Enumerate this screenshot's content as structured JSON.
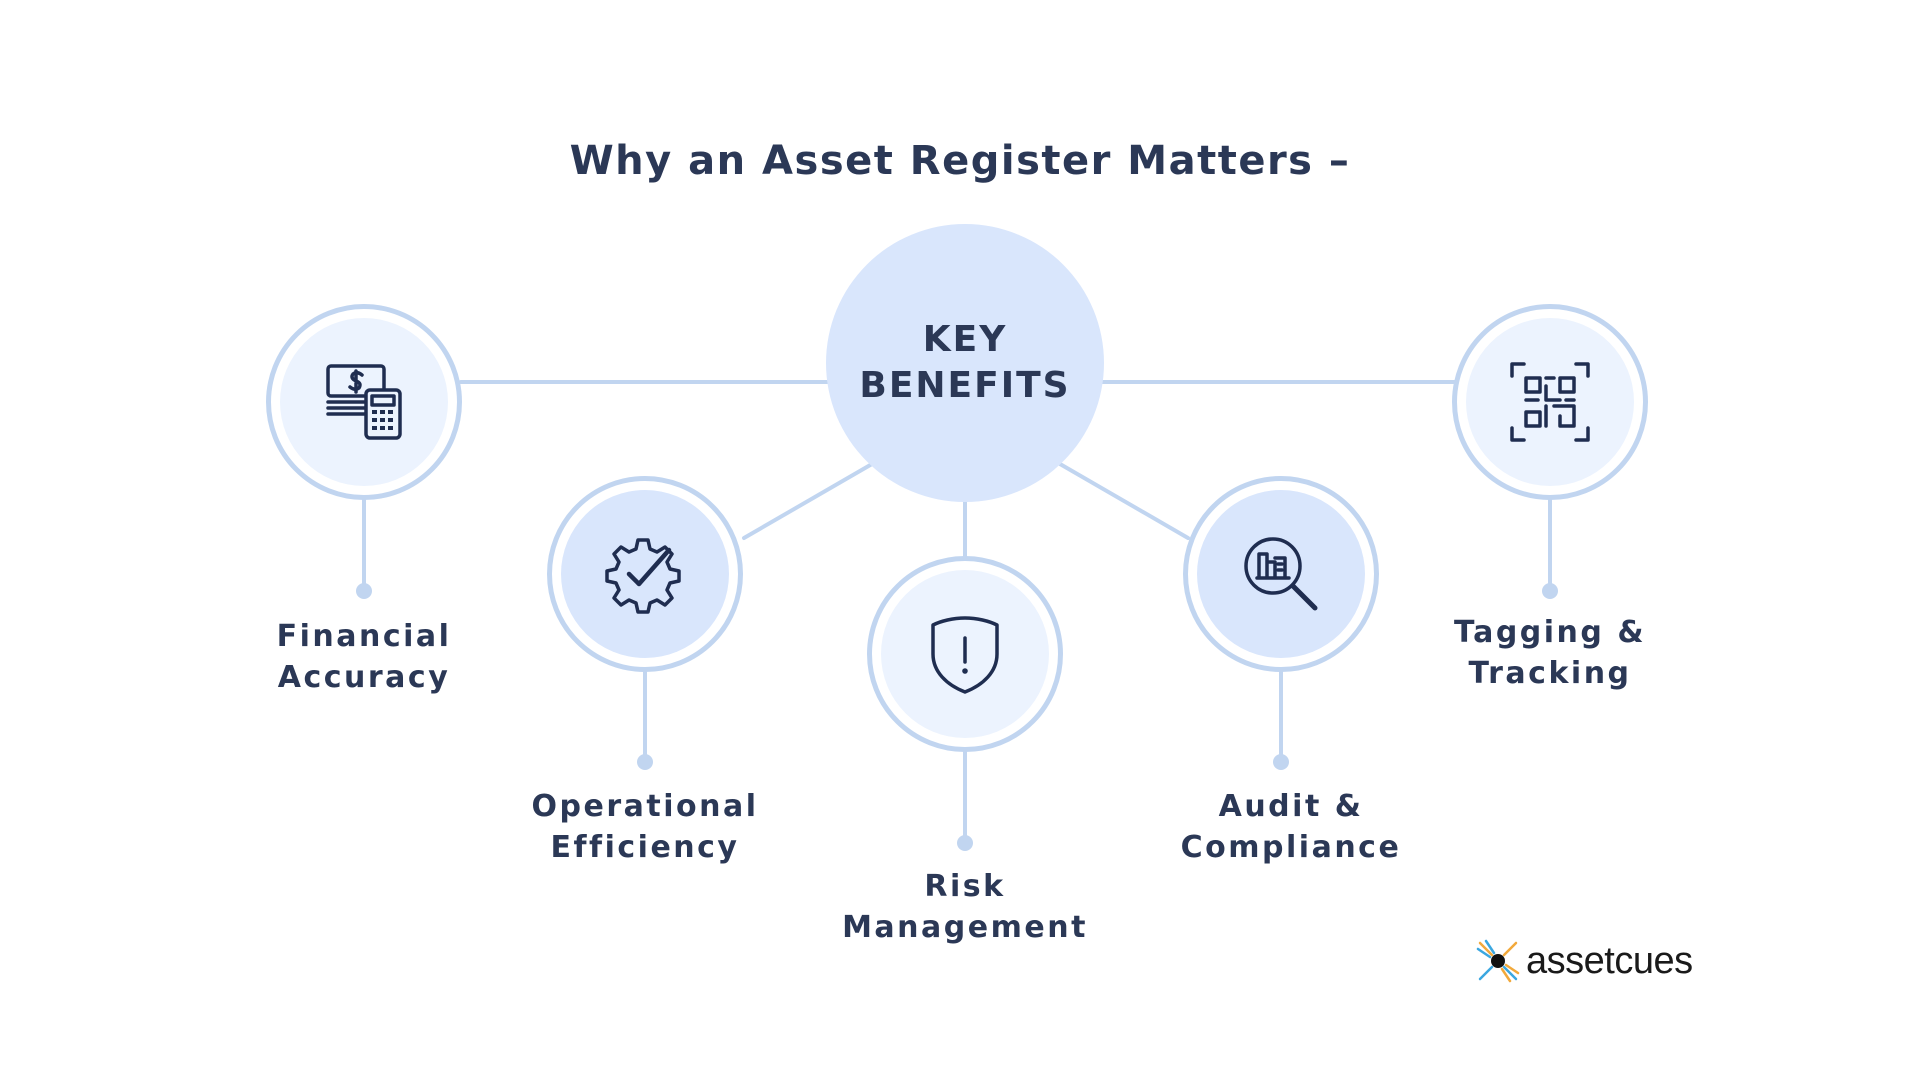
{
  "title": "Why an Asset Register Matters –",
  "center": {
    "line1": "KEY",
    "line2": "BENEFITS"
  },
  "benefits": [
    {
      "line1": "Financial",
      "line2": "Accuracy",
      "icon": "money-calculator-icon"
    },
    {
      "line1": "Operational",
      "line2": "Efficiency",
      "icon": "gear-check-icon"
    },
    {
      "line1": "Risk",
      "line2": "Management",
      "icon": "shield-alert-icon"
    },
    {
      "line1": "Audit &",
      "line2": "Compliance",
      "icon": "document-search-icon"
    },
    {
      "line1": "Tagging &",
      "line2": "Tracking",
      "icon": "qr-code-scan-icon"
    }
  ],
  "logo": {
    "text": "assetcues"
  },
  "colors": {
    "text": "#2b3856",
    "circle_fill": "#d9e6fc",
    "circle_inner_light": "#ecf3fe",
    "connector": "#c1d5f0",
    "icon": "#1f2d50"
  }
}
